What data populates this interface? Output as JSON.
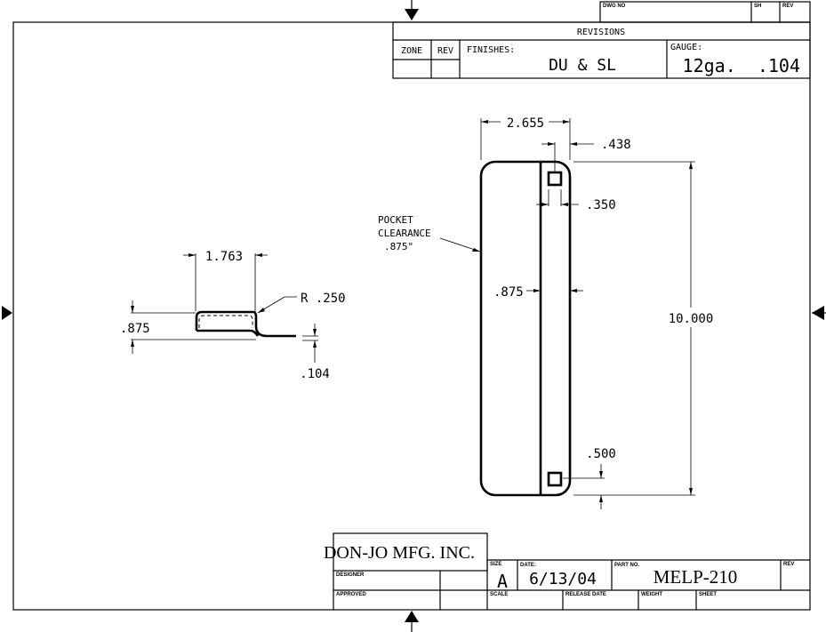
{
  "title_block_top": {
    "dwg_no_label": "DWG NO",
    "sh_label": "SH",
    "rev_label": "REV",
    "revisions_label": "REVISIONS",
    "zone_label": "ZONE",
    "rev_col_label": "REV",
    "finishes_label": "FINISHES:",
    "finishes_value": "DU & SL",
    "gauge_label": "GAUGE:",
    "gauge_value": "12ga.  .104"
  },
  "side_view": {
    "width_dim": "1.763",
    "radius_dim": "R .250",
    "height_dim": ".875",
    "thickness_dim": ".104"
  },
  "front_view": {
    "width_dim": "2.655",
    "hole_offset_dim": ".438",
    "hole_size_dim": ".350",
    "pocket_note": [
      "POCKET",
      "CLEARANCE",
      ".875\""
    ],
    "pocket_width_dim": ".875",
    "length_dim": "10.000",
    "bottom_offset_dim": ".500"
  },
  "title_block_bottom": {
    "company": "DON-JO MFG. INC.",
    "designer_label": "DESIGNER",
    "approved_label": "APPROVED",
    "size_label": "SIZE",
    "size_value": "A",
    "date_label": "DATE:",
    "date_value": "6/13/04",
    "part_no_label": "PART NO.",
    "part_no_value": "MELP-210",
    "rev_label": "REV",
    "scale_label": "SCALE",
    "release_date_label": "RELEASE DATE",
    "weight_label": "WEIGHT",
    "sheet_label": "SHEET"
  }
}
